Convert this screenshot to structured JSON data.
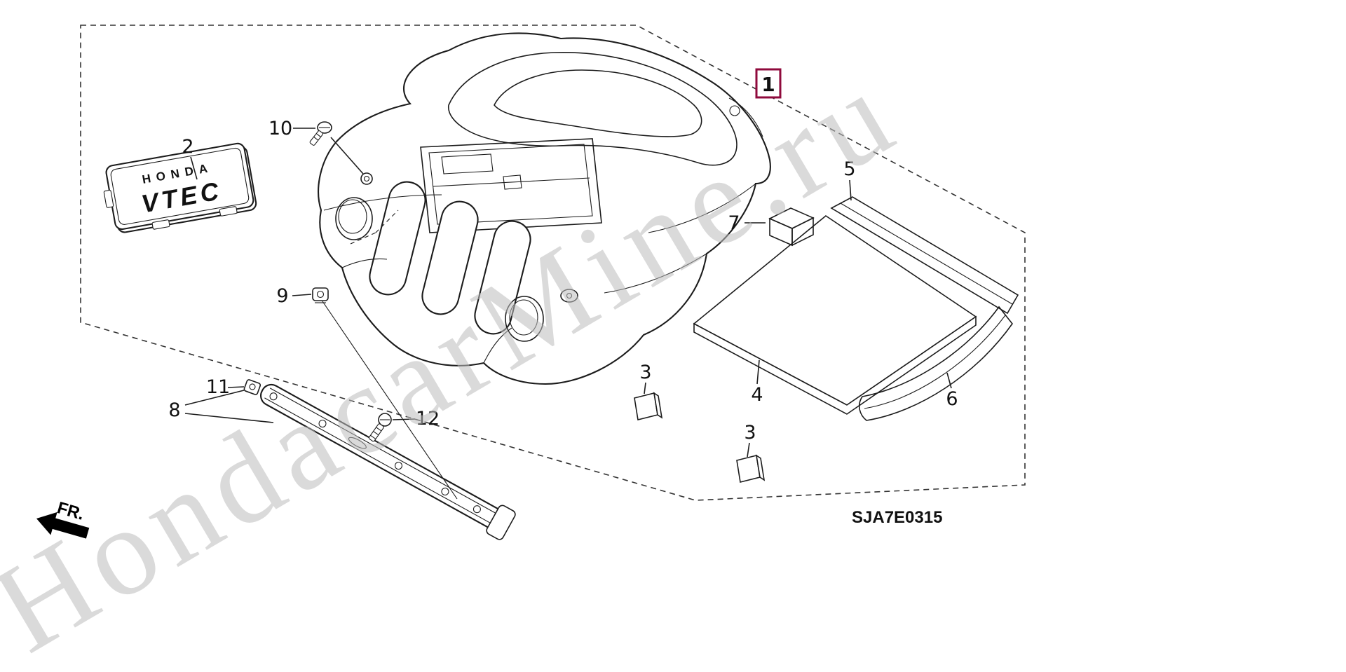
{
  "watermark": {
    "text": "HondacarMine.ru"
  },
  "diagram": {
    "code": "SJA7E0315",
    "direction_label": "FR.",
    "boxed_callout": {
      "label": "1"
    },
    "emblem": {
      "brand": "HONDA",
      "badge": "VTEC"
    },
    "callouts": {
      "part2": "2",
      "part3a": "3",
      "part3b": "3",
      "part4": "4",
      "part5": "5",
      "part6": "6",
      "part7": "7",
      "part8": "8",
      "part9": "9",
      "part10": "10",
      "part11": "11",
      "part12": "12"
    },
    "colors": {
      "callout_box_border": "#8f0a3c",
      "line": "#1c1c1c",
      "watermark": "#bdbdbd"
    }
  }
}
